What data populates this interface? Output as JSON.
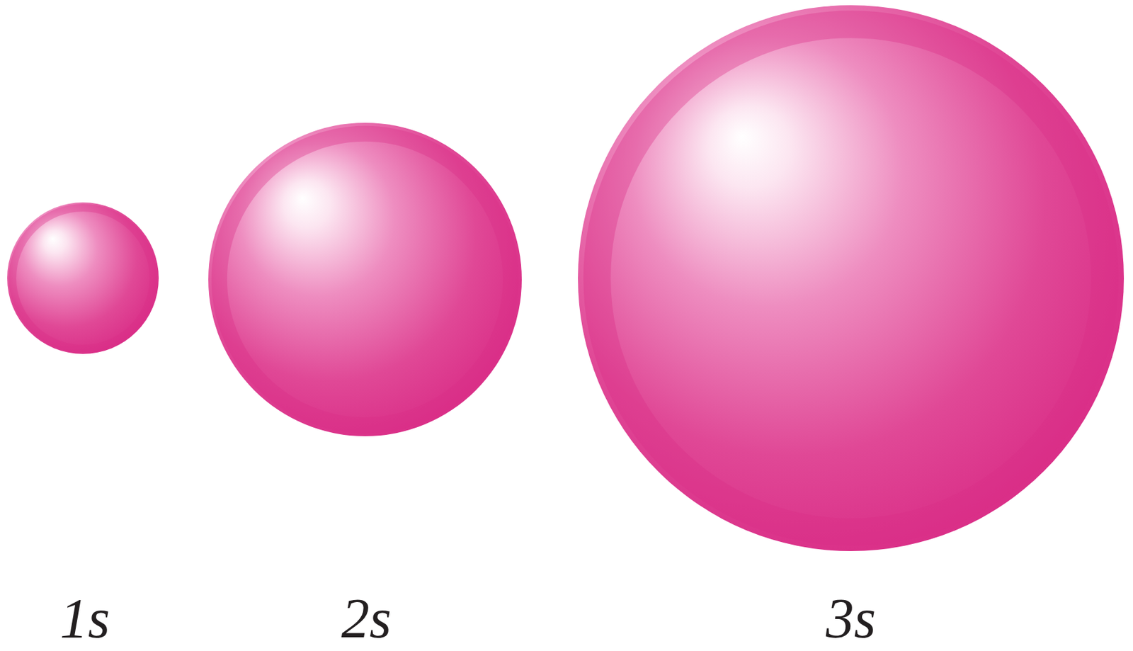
{
  "diagram": {
    "nodes": [
      {
        "text": [
          "1s"
        ]
      },
      {
        "text": [
          "2s"
        ]
      },
      {
        "text": [
          "3s"
        ]
      }
    ]
  }
}
